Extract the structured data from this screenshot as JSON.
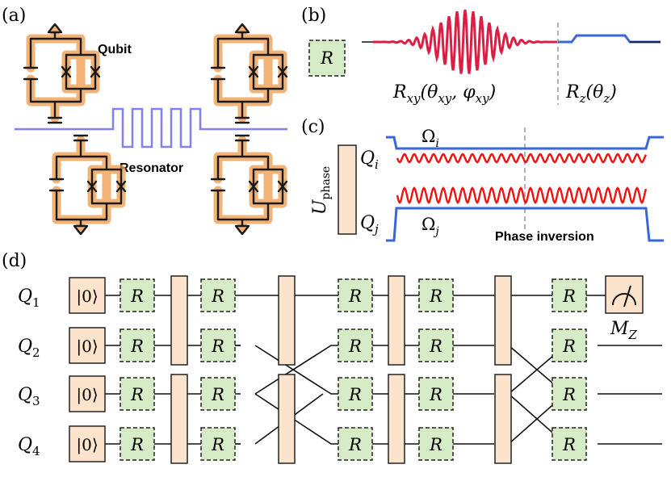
{
  "panels": {
    "a": {
      "label": "(a)",
      "qubit_label": "Qubit",
      "resonator_label": "Resonator"
    },
    "b": {
      "label": "(b)",
      "gate_label": "R",
      "rxy_label": "R_{xy}(θ_{xy}, φ_{xy})",
      "rz_label": "R_z(θ_z)"
    },
    "c": {
      "label": "(c)",
      "u_label": "U_phase",
      "qi_label": "Q_i",
      "qj_label": "Q_j",
      "omega_i": "Ω_i",
      "omega_j": "Ω_j",
      "phase_inversion": "Phase inversion"
    },
    "d": {
      "label": "(d)",
      "qubits": [
        "Q_1",
        "Q_2",
        "Q_3",
        "Q_4"
      ],
      "init_state": "|0⟩",
      "gate_label": "R",
      "measure_label": "M_Z"
    }
  },
  "colors": {
    "circuit_glow": "#ef9a4a",
    "resonator": "#8080ee",
    "pulse_red": "#dc1e44",
    "pulse_blue": "#3a66d8",
    "drive_red": "#ee1111",
    "gate_green": "#d6ecc6",
    "gate_orange": "#fbe3cc"
  },
  "icons": [
    "josephson-junction-icon",
    "capacitor-icon",
    "ground-icon",
    "meter-icon"
  ]
}
